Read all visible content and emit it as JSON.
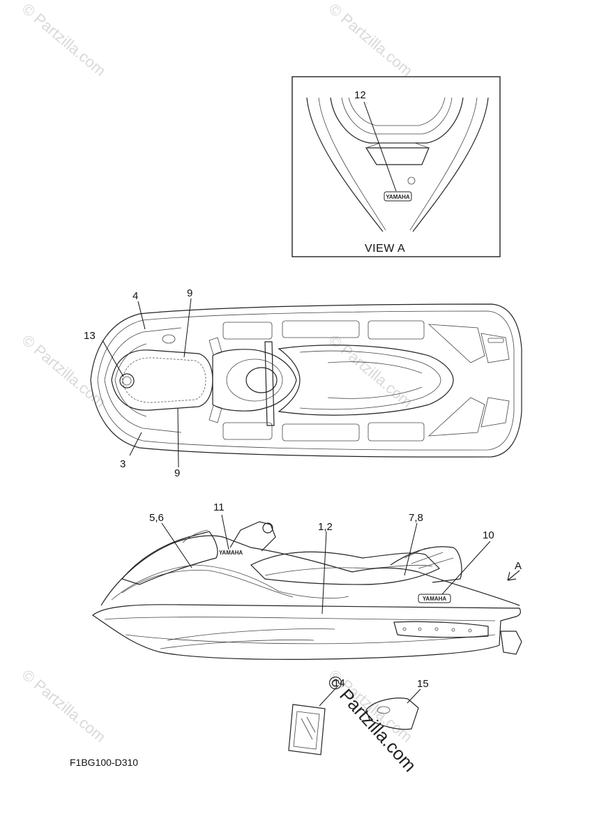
{
  "watermarks": [
    "© Partzilla.com",
    "© Partzilla.com",
    "© Partzilla.com",
    "© Partzilla.com",
    "© Partzilla.com",
    "© Partzilla.com"
  ],
  "view_a": {
    "label": "VIEW A",
    "callout": "12",
    "emblem_text": "YAMAHA"
  },
  "top_view": {
    "callouts": [
      "4",
      "9",
      "13",
      "3",
      "9"
    ]
  },
  "side_view": {
    "callouts": [
      "11",
      "5,6",
      "1,2",
      "7,8",
      "10"
    ],
    "view_arrow_label": "A",
    "decal_text_front": "YAMAHA",
    "decal_text_rear": "YAMAHA"
  },
  "accessories": {
    "callouts": [
      "14",
      "15"
    ],
    "large_watermark": "© Partzilla.com"
  },
  "diagram_code": "F1BG100-D310",
  "icons": [
    "arrow-view-a-icon"
  ]
}
